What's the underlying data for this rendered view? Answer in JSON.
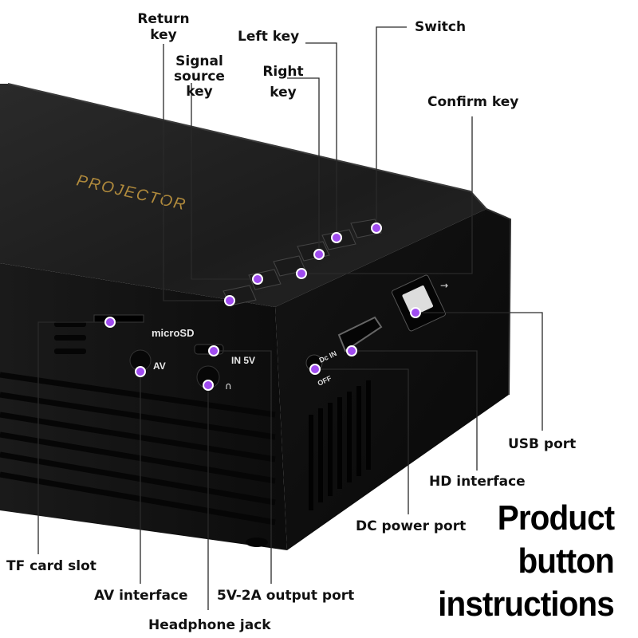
{
  "diagram": {
    "title_lines": [
      "Product",
      "button",
      "instructions"
    ],
    "device": {
      "top_print": "PROJECTOR",
      "card_slot_print": "microSD",
      "av_print": "AV",
      "power_print": "IN 5V",
      "dc_print": "Dc IN",
      "off_print": "OFF"
    },
    "callouts": {
      "return_key": "Return key",
      "left_key": "Left key",
      "switch": "Switch",
      "signal_source_key": "Signal source key",
      "right_key": "Right key",
      "confirm_key": "Confirm key",
      "usb_port": "USB port",
      "hd_interface": "HD interface",
      "dc_power_port": "DC power port",
      "tf_card_slot": "TF card slot",
      "av_interface": "AV interface",
      "output_port": "5V-2A output port",
      "headphone_jack": "Headphone jack"
    },
    "colors": {
      "marker": "#a04cf0",
      "device_body": "#141414",
      "print": "#b08a3c"
    }
  }
}
